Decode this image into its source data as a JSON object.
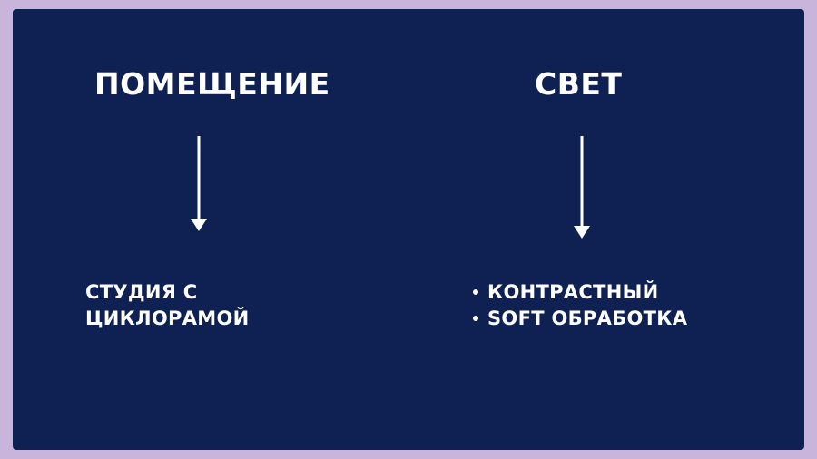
{
  "slide": {
    "left_column": {
      "heading": "ПОМЕЩЕНИЕ",
      "lines": [
        "СТУДИЯ С",
        "ЦИКЛОРАМОЙ"
      ]
    },
    "right_column": {
      "heading": "СВЕТ",
      "items": [
        "КОНТРАСТНЫЙ",
        "SOFT ОБРАБОТКА"
      ]
    }
  },
  "colors": {
    "background": "#c9b4dc",
    "slide_fill": "#0e2152",
    "text": "#ffffff"
  },
  "icons": {
    "left_arrow": "arrow-down-icon",
    "right_arrow": "arrow-down-icon",
    "bullet": "bullet-dot-icon"
  }
}
